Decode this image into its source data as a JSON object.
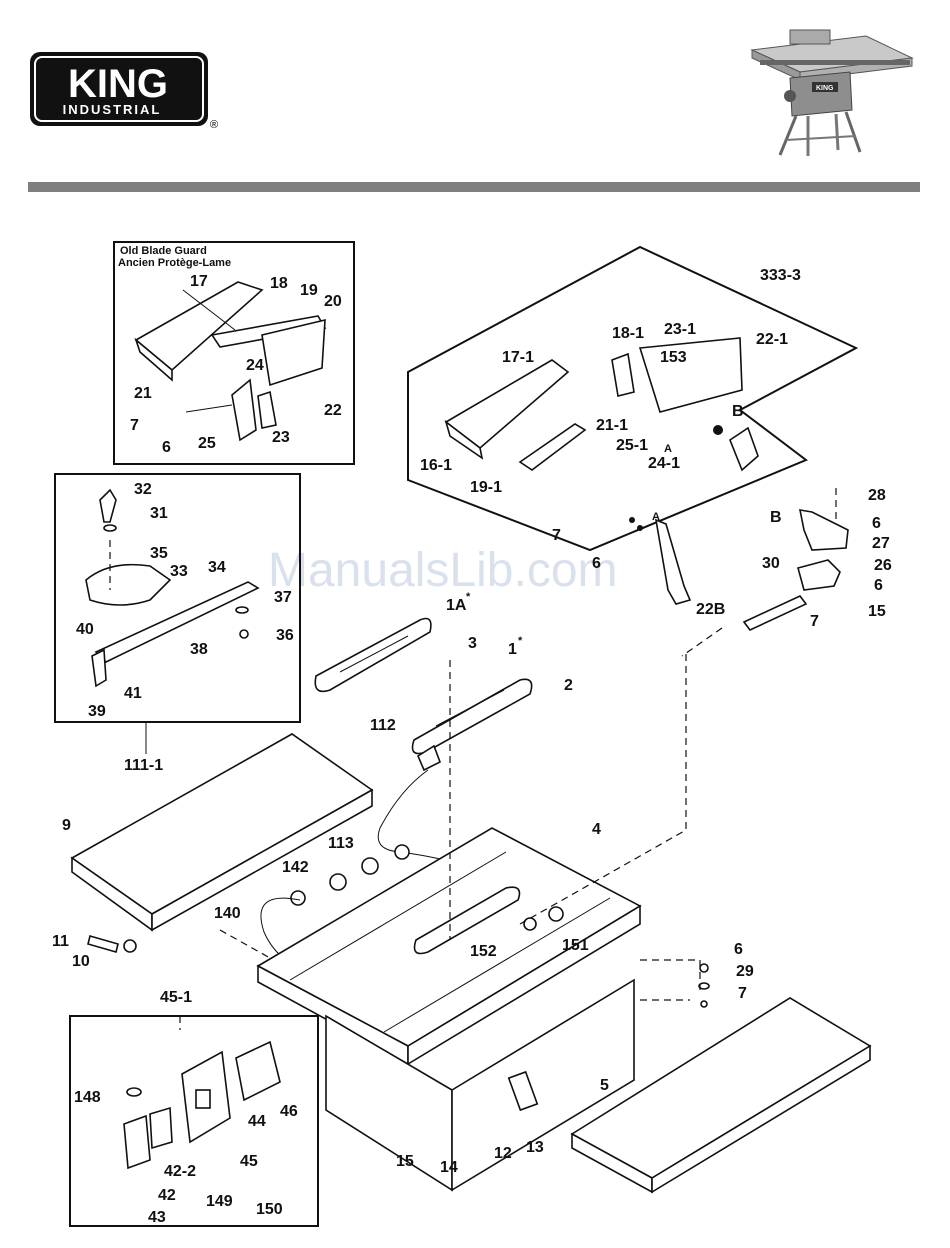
{
  "header": {
    "brand_main": "KING",
    "brand_sub": "INDUSTRIAL",
    "registered_mark": "®"
  },
  "watermark": "ManualsLib.com",
  "insets": {
    "old_blade_guard": {
      "title_en": "Old Blade Guard",
      "title_fr": "Ancien Protège-Lame"
    }
  },
  "callouts": {
    "c333_3": "333-3",
    "c17": "17",
    "c18": "18",
    "c19": "19",
    "c20": "20",
    "c21": "21",
    "c24": "24",
    "c22": "22",
    "c7a": "7",
    "c6a": "6",
    "c25": "25",
    "c23": "23",
    "c18_1": "18-1",
    "c23_1": "23-1",
    "c22_1": "22-1",
    "c17_1": "17-1",
    "c153": "153",
    "c21_1": "21-1",
    "c25_1": "25-1",
    "cA1": "A",
    "cB1": "B",
    "c24_1": "24-1",
    "c16_1": "16-1",
    "c19_1": "19-1",
    "c32": "32",
    "c31": "31",
    "c35": "35",
    "c33": "33",
    "c34": "34",
    "c37": "37",
    "c36": "36",
    "c40": "40",
    "c38": "38",
    "c41": "41",
    "c39": "39",
    "c111_1": "111-1",
    "c7b": "7",
    "cA2": "A",
    "c6b": "6",
    "c22B": "22B",
    "c28": "28",
    "cB2": "B",
    "c6c": "6",
    "c27": "27",
    "c26": "26",
    "c30": "30",
    "c6d": "6",
    "c15a": "15",
    "c7c": "7",
    "c1A": "1A",
    "c3": "3",
    "c1": "1",
    "c2": "2",
    "c112": "112",
    "c9": "9",
    "c113": "113",
    "c142": "142",
    "c4": "4",
    "c140": "140",
    "c11": "11",
    "c10": "10",
    "c152": "152",
    "c151": "151",
    "c6e": "6",
    "c29": "29",
    "c7d": "7",
    "c45_1": "45-1",
    "c148": "148",
    "c44": "44",
    "c46": "46",
    "c45": "45",
    "c42_2": "42-2",
    "c42": "42",
    "c149": "149",
    "c43": "43",
    "c150": "150",
    "c5": "5",
    "c15b": "15",
    "c14": "14",
    "c12": "12",
    "c13": "13"
  },
  "asterisk": "*",
  "header_bar_color": "#7f7f7f",
  "photo_icon": "table-saw-photo"
}
